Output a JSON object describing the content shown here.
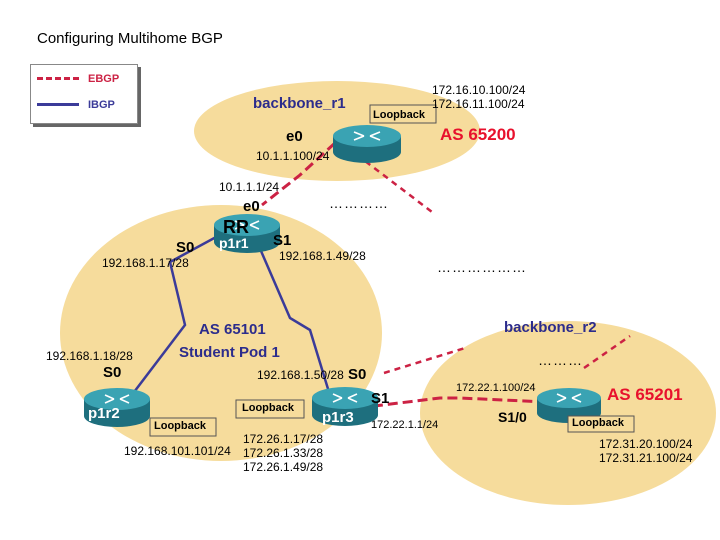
{
  "title": "Configuring Multihome BGP",
  "legend": {
    "ebgp": "EBGP",
    "ibgp": "IBGP"
  },
  "colors": {
    "ebgp": "#cc2244",
    "ibgp": "#3b3b99",
    "as_fill": "#f6dc9c",
    "router": "#27899a",
    "as_label": "#e8112d"
  },
  "routers": {
    "backbone_r1": {
      "name": "backbone_r1",
      "loopback": "Loopback",
      "lo1": "172.16.10.100/24",
      "lo2": "172.16.11.100/24",
      "as": "AS 65200",
      "e0": "e0",
      "e0_ip": "10.1.1.100/24"
    },
    "p1r1": {
      "rr": "RR",
      "name": "p1r1",
      "e0": "e0",
      "e0_ip": "10.1.1.1/24",
      "s0": "S0",
      "s0_ip": "192.168.1.17/28",
      "s1": "S1",
      "s1_ip": "192.168.1.49/28"
    },
    "p1r2": {
      "name": "p1r2",
      "s0": "S0",
      "s0_ip": "192.168.1.18/28",
      "loopback": "Loopback",
      "lo_ip": "192.168.101.101/24"
    },
    "p1r3": {
      "name": "p1r3",
      "loopback": "Loopback",
      "s0": "S0",
      "s0_ip": "192.168.1.50/28",
      "s1": "S1",
      "s1_ip": "172.22.1.1/24",
      "lo1": "172.26.1.17/28",
      "lo2": "172.26.1.33/28",
      "lo3": "172.26.1.49/28"
    },
    "backbone_r2": {
      "name": "backbone_r2",
      "s1_0": "S1/0",
      "s1_0_ip": "172.22.1.100/24",
      "as": "AS 65201",
      "loopback": "Loopback",
      "lo1": "172.31.20.100/24",
      "lo2": "172.31.21.100/24"
    }
  },
  "pod": {
    "as": "AS 65101",
    "name": "Student Pod 1"
  },
  "dots": {
    "d1": "…………",
    "d2": "………………",
    "d3": "………"
  }
}
